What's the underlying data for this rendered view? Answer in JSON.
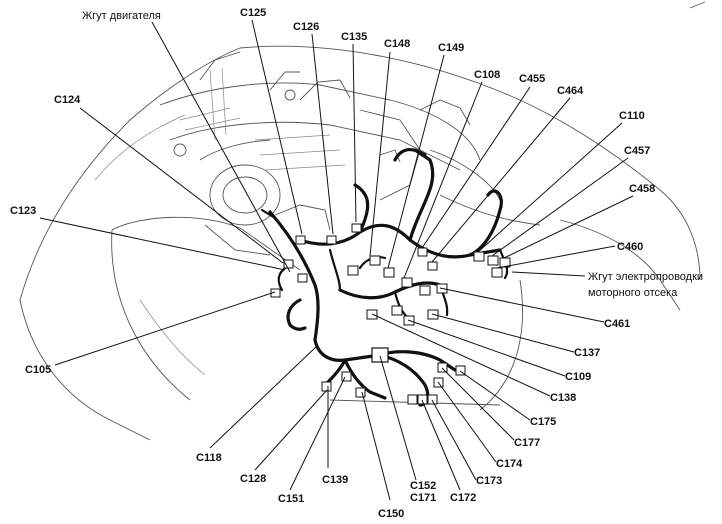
{
  "labels": {
    "engine_harness": "Жгут двигателя",
    "engine_bay_harness_line1": "Жгут электропроводки",
    "engine_bay_harness_line2": "моторного отсека",
    "C123": "C123",
    "C124": "C124",
    "C125": "C125",
    "C126": "C126",
    "C135": "C135",
    "C148": "C148",
    "C149": "C149",
    "C108": "C108",
    "C455": "C455",
    "C464": "C464",
    "C110": "C110",
    "C457": "C457",
    "C458": "C458",
    "C460": "C460",
    "C461": "C461",
    "C137": "C137",
    "C109": "C109",
    "C138": "C138",
    "C175": "C175",
    "C177": "C177",
    "C174": "C174",
    "C173": "C173",
    "C172": "C172",
    "C152": "C152",
    "C171": "C171",
    "C150": "C150",
    "C139": "C139",
    "C151": "C151",
    "C128": "C128",
    "C118": "C118",
    "C105": "C105"
  }
}
